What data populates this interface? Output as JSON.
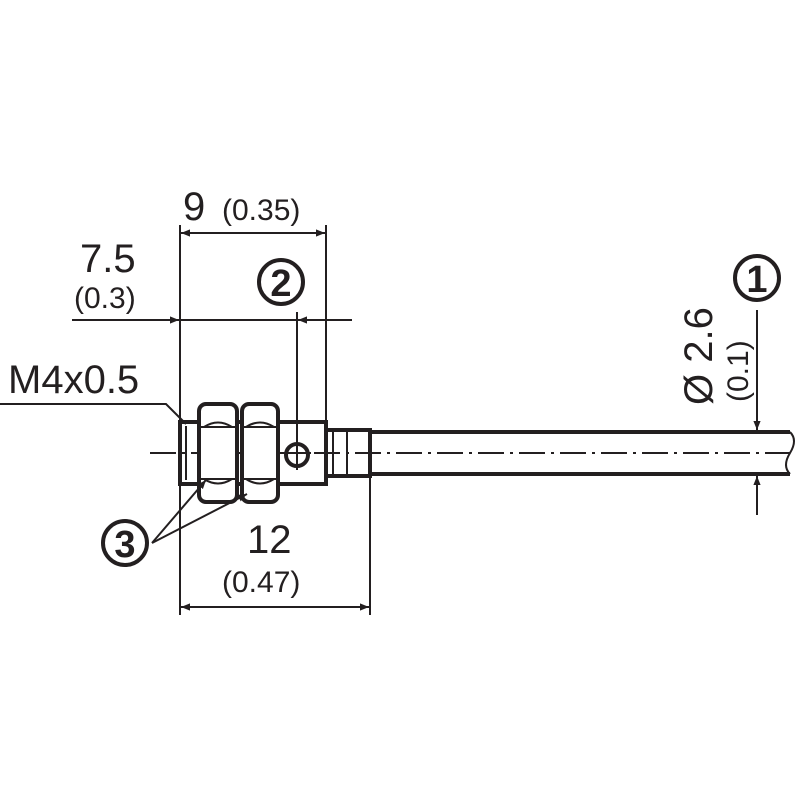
{
  "dimensions": {
    "width_9": {
      "value": "9",
      "inch": "(0.35)"
    },
    "offset_7_5": {
      "value": "7.5",
      "inch": "(0.3)"
    },
    "length_12": {
      "value": "12",
      "inch": "(0.47)"
    },
    "diameter": {
      "value": "Ø 2.6",
      "inch": "(0.1)"
    }
  },
  "thread_label": "M4x0.5",
  "callouts": {
    "c1": "1",
    "c2": "2",
    "c3": "3"
  },
  "colors": {
    "ink": "#231f20",
    "background": "#ffffff"
  }
}
